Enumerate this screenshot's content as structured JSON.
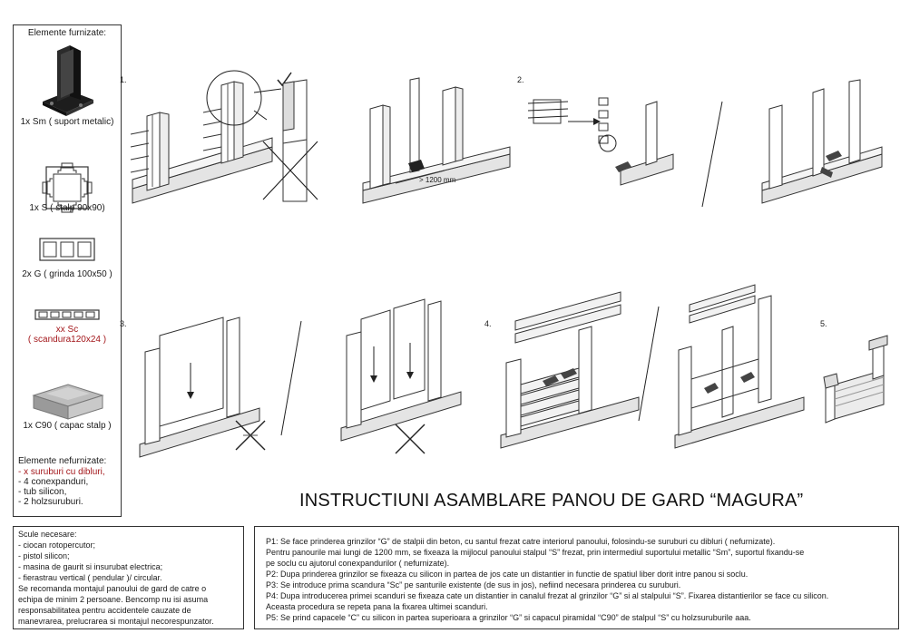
{
  "title": "INSTRUCTIUNI ASAMBLARE PANOU DE GARD “MAGURA”",
  "elements_panel": {
    "heading": "Elemente furnizate:",
    "items": [
      {
        "label": "1x Sm ( suport metalic)",
        "icon": "metal-support-icon"
      },
      {
        "label": "1x S ( stalp 90x90)",
        "icon": "post-profile-icon"
      },
      {
        "label": "2x G ( grinda 100x50 )",
        "icon": "beam-profile-icon"
      },
      {
        "label_lines": [
          "xx Sc",
          "( scandura120x24 )"
        ],
        "icon": "plank-profile-icon",
        "color": "#a3171b"
      },
      {
        "label": "1x C90 ( capac stalp )",
        "icon": "post-cap-icon"
      }
    ],
    "not_supplied_heading": "Elemente nefurnizate:",
    "not_supplied": [
      "- x suruburi cu dibluri,",
      "- 4 conexpanduri,",
      "- tub silicon,",
      "- 2 holzsuruburi."
    ]
  },
  "steps": [
    "1.",
    "2.",
    "3.",
    "4.",
    "5."
  ],
  "dimension_label": "> 1200 mm",
  "tools_panel": {
    "lines": [
      "Scule necesare:",
      "- ciocan rotopercutor;",
      "- pistol silicon;",
      "- masina de gaurit si insurubat electrica;",
      "- fierastrau vertical ( pendular )/ circular.",
      "Se recomanda montajul panoului de gard de catre o",
      "echipa de minim 2 persoane. Bencomp nu isi asuma",
      "responsabilitatea pentru accidentele cauzate de",
      "manevrarea, prelucrarea si montajul necorespunzator."
    ]
  },
  "steps_panel": {
    "lines": [
      "P1: Se face prinderea grinzilor “G” de stalpii din beton, cu santul frezat catre interiorul panoului, folosindu-se suruburi cu dibluri ( nefurnizate).",
      "Pentru panourile mai lungi de 1200 mm, se fixeaza la mijlocul panoului stalpul “S” frezat, prin intermediul suportului metallic “Sm”, suportul fixandu-se",
      "pe soclu cu ajutorul conexpandurilor ( nefurnizate).",
      "P2: Dupa prinderea grinzilor se fixeaza cu silicon in partea de jos cate un distantier in functie de spatiul liber dorit intre panou si soclu.",
      "P3: Se introduce prima scandura “Sc” pe santurile existente (de sus in jos), nefiind necesara prinderea cu suruburi.",
      "P4: Dupa introducerea primei scanduri se fixeaza cate un distantier in canalul frezat al grinzilor “G” si al stalpului “S”. Fixarea distantierilor se face cu silicon.",
      "Aceasta procedura se repeta pana la fixarea ultimei scanduri.",
      "P5: Se prind capacele “C” cu silicon in partea superioara a grinzilor “G” si capacul piramidal “C90” de stalpul “S” cu holzsuruburile aaa."
    ]
  },
  "colors": {
    "accent_red": "#a3171b",
    "line": "#222222",
    "fill_gray": "#e4e4e4"
  }
}
